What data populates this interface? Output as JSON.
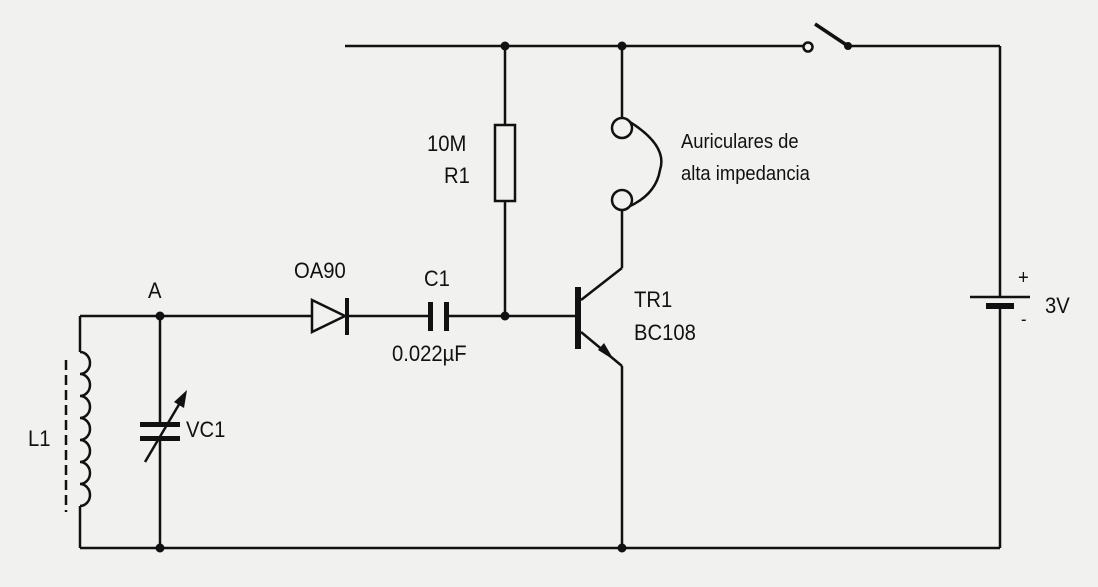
{
  "labels": {
    "node_a": "A",
    "diode": "OA90",
    "capacitor_name": "C1",
    "capacitor_value": "0.022µF",
    "resistor_value": "10M",
    "resistor_name": "R1",
    "earphones_line1": "Auriculares de",
    "earphones_line2": "alta impedancia",
    "transistor_name": "TR1",
    "transistor_type": "BC108",
    "battery_plus": "+",
    "battery_minus": "-",
    "battery_voltage": "3V",
    "inductor": "L1",
    "variable_capacitor": "VC1"
  },
  "colors": {
    "ink": "#111111",
    "paper": "#f1f1ef"
  }
}
